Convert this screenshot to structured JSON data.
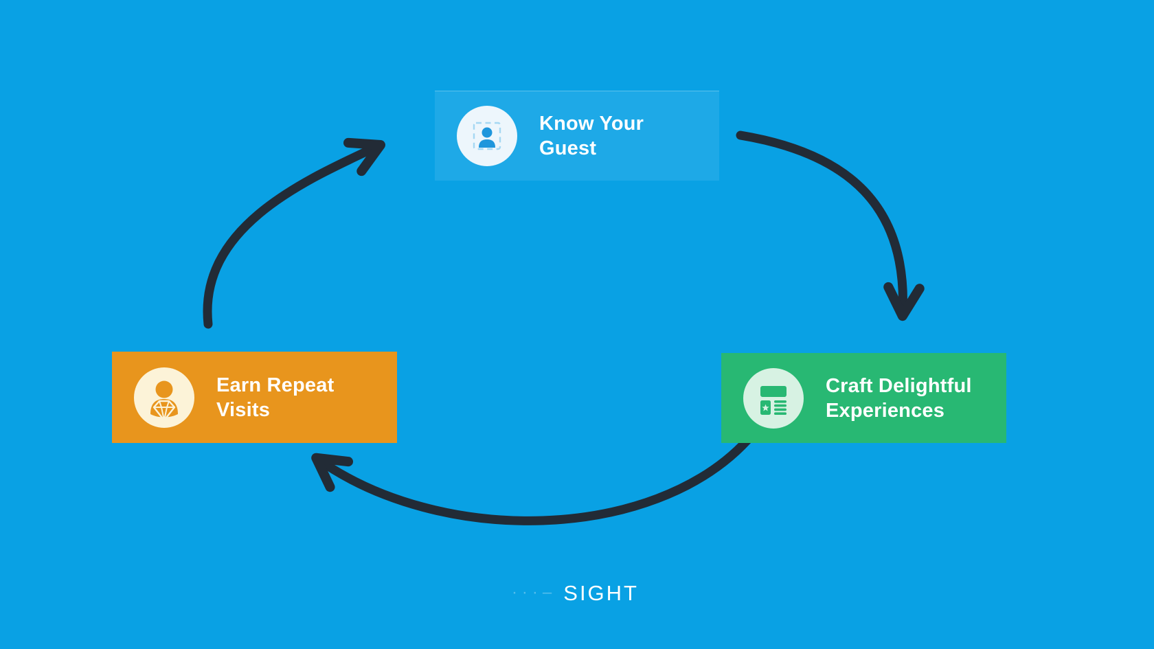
{
  "canvas": {
    "background_color": "#09A1E4",
    "arrow_color": "#222B36"
  },
  "cycle": {
    "steps": [
      {
        "label": "Know Your Guest",
        "lines": [
          "Know Your",
          "Guest"
        ],
        "card_color": "#1EA9E7",
        "text_color": "#FFFFFF",
        "icon": "face-scan-person-icon",
        "icon_circle_color": "#EDF6FC",
        "icon_glyph_color": "#1E96DC",
        "icon_frame_color": "#A5D8F3"
      },
      {
        "label": "Craft Delightful Experiences",
        "lines": [
          "Craft Delightful",
          "Experiences"
        ],
        "card_color": "#28B873",
        "text_color": "#FFFFFF",
        "icon": "content-layout-star-icon",
        "icon_circle_color": "#D7F2E3",
        "icon_glyph_color": "#28B873"
      },
      {
        "label": "Earn Repeat Visits",
        "lines": [
          "Earn Repeat",
          "Visits"
        ],
        "card_color": "#E8951D",
        "text_color": "#FFFFFF",
        "icon": "person-diamond-loyalty-icon",
        "icon_circle_color": "#FCF3D8",
        "icon_glyph_color": "#E8951D"
      }
    ],
    "arrows": [
      {
        "from": "Earn Repeat Visits",
        "to": "Know Your Guest"
      },
      {
        "from": "Know Your Guest",
        "to": "Craft Delightful Experiences"
      },
      {
        "from": "Craft Delightful Experiences",
        "to": "Earn Repeat Visits"
      }
    ]
  },
  "brand": {
    "faint_prefix_marks": "···–",
    "visible_text": "SIGHT",
    "text_color": "#FFFFFF"
  }
}
